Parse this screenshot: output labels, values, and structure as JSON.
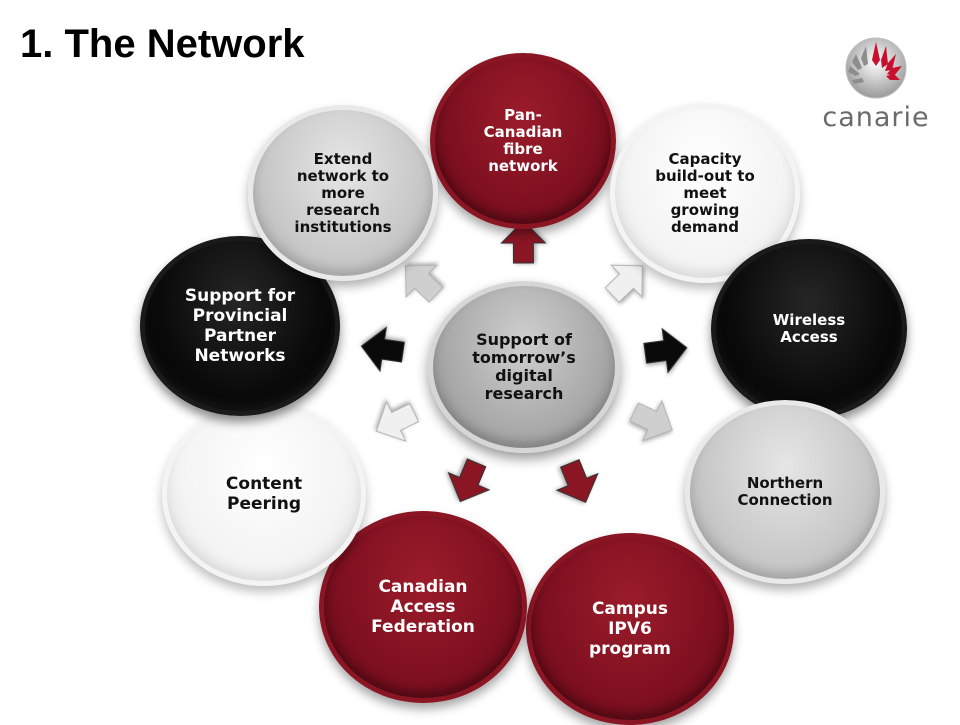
{
  "slide": {
    "title": "1. The Network"
  },
  "logo": {
    "word": "canarie",
    "colors": {
      "leaf_red": "#c8102e",
      "leaf_grey": "#9a9a9a",
      "text": "#6b6b6b"
    }
  },
  "diagram": {
    "center": {
      "label": "Support of\ntomorrow’s\ndigital\nresearch",
      "style": "grey"
    },
    "nodes": [
      {
        "id": "pan-canadian",
        "label": "Pan-\nCanadian\nfibre\nnetwork",
        "style": "red"
      },
      {
        "id": "capacity",
        "label": "Capacity\nbuild-out to\nmeet\ngrowing\ndemand",
        "style": "white"
      },
      {
        "id": "wireless",
        "label": "Wireless\nAccess",
        "style": "black"
      },
      {
        "id": "northern",
        "label": "Northern\nConnection",
        "style": "grey"
      },
      {
        "id": "campus-ipv6",
        "label": "Campus\nIPV6\nprogram",
        "style": "red"
      },
      {
        "id": "access-federation",
        "label": "Canadian\nAccess\nFederation",
        "style": "red"
      },
      {
        "id": "content-peering",
        "label": "Content\nPeering",
        "style": "white"
      },
      {
        "id": "provincial",
        "label": "Support for\nProvincial\nPartner\nNetworks",
        "style": "black"
      },
      {
        "id": "extend",
        "label": "Extend\nnetwork to\nmore\nresearch\ninstitutions",
        "style": "grey"
      }
    ],
    "arrow_colors": {
      "red": "#8a1624",
      "white": "#f0f0f0",
      "black": "#0a0a0a",
      "grey": "#cfcfcf"
    }
  }
}
